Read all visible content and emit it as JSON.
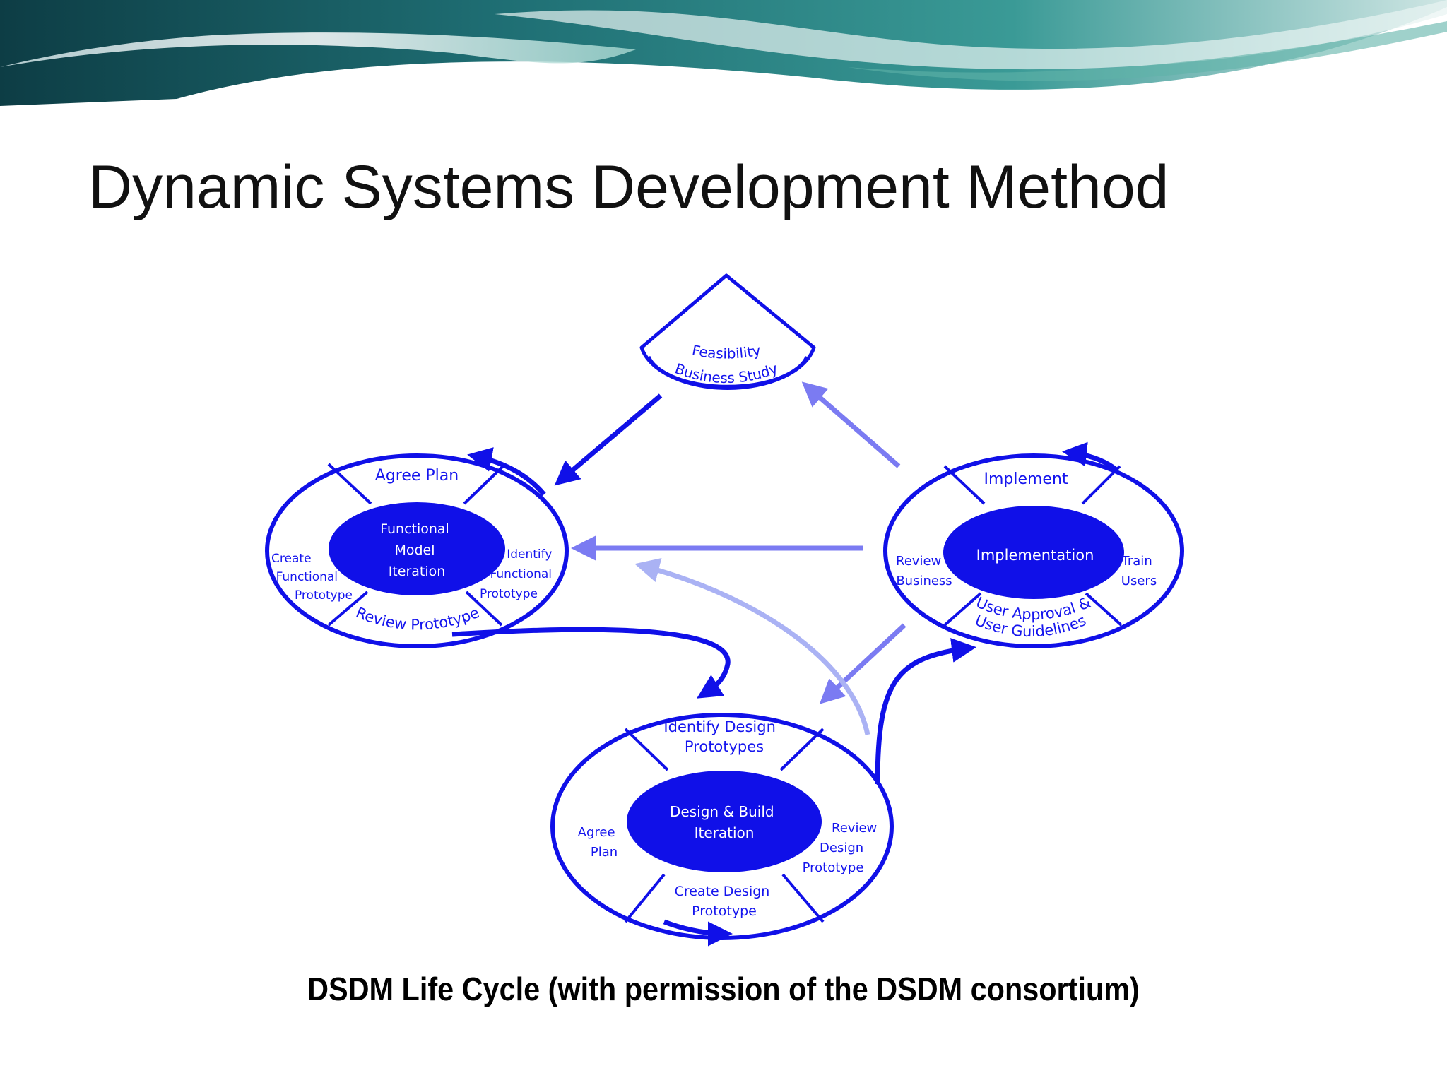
{
  "slide": {
    "title": "Dynamic Systems Development Method",
    "caption": "DSDM Life Cycle (with permission of the DSDM consortium)"
  },
  "colors": {
    "primary": "#1010e8",
    "arrow_light": "#7b7bf2",
    "arrow_faint": "#aab2f4",
    "title": "#111111",
    "banner_teal": "#2d8a8c"
  },
  "diagram": {
    "feasibility": {
      "top_label": "Feasibility",
      "bottom_label": "Business Study"
    },
    "functional_model": {
      "center_label": [
        "Functional",
        "Model",
        "Iteration"
      ],
      "segments": {
        "top": "Agree Plan",
        "right": [
          "Identify",
          "Functional",
          "Prototype"
        ],
        "bottom": "Review Prototype",
        "left": [
          "Create",
          "Functional",
          "Prototype"
        ]
      }
    },
    "implementation": {
      "center_label": "Implementation",
      "segments": {
        "top": "Implement",
        "right": [
          "Train",
          "Users"
        ],
        "bottom": [
          "User Approval &",
          "User Guidelines"
        ],
        "left": [
          "Review",
          "Business"
        ]
      }
    },
    "design_build": {
      "center_label": [
        "Design & Build",
        "Iteration"
      ],
      "segments": {
        "top": [
          "Identify Design",
          "Prototypes"
        ],
        "right": [
          "Review",
          "Design",
          "Prototype"
        ],
        "bottom": [
          "Create Design",
          "Prototype"
        ],
        "left": [
          "Agree",
          "Plan"
        ]
      }
    }
  }
}
